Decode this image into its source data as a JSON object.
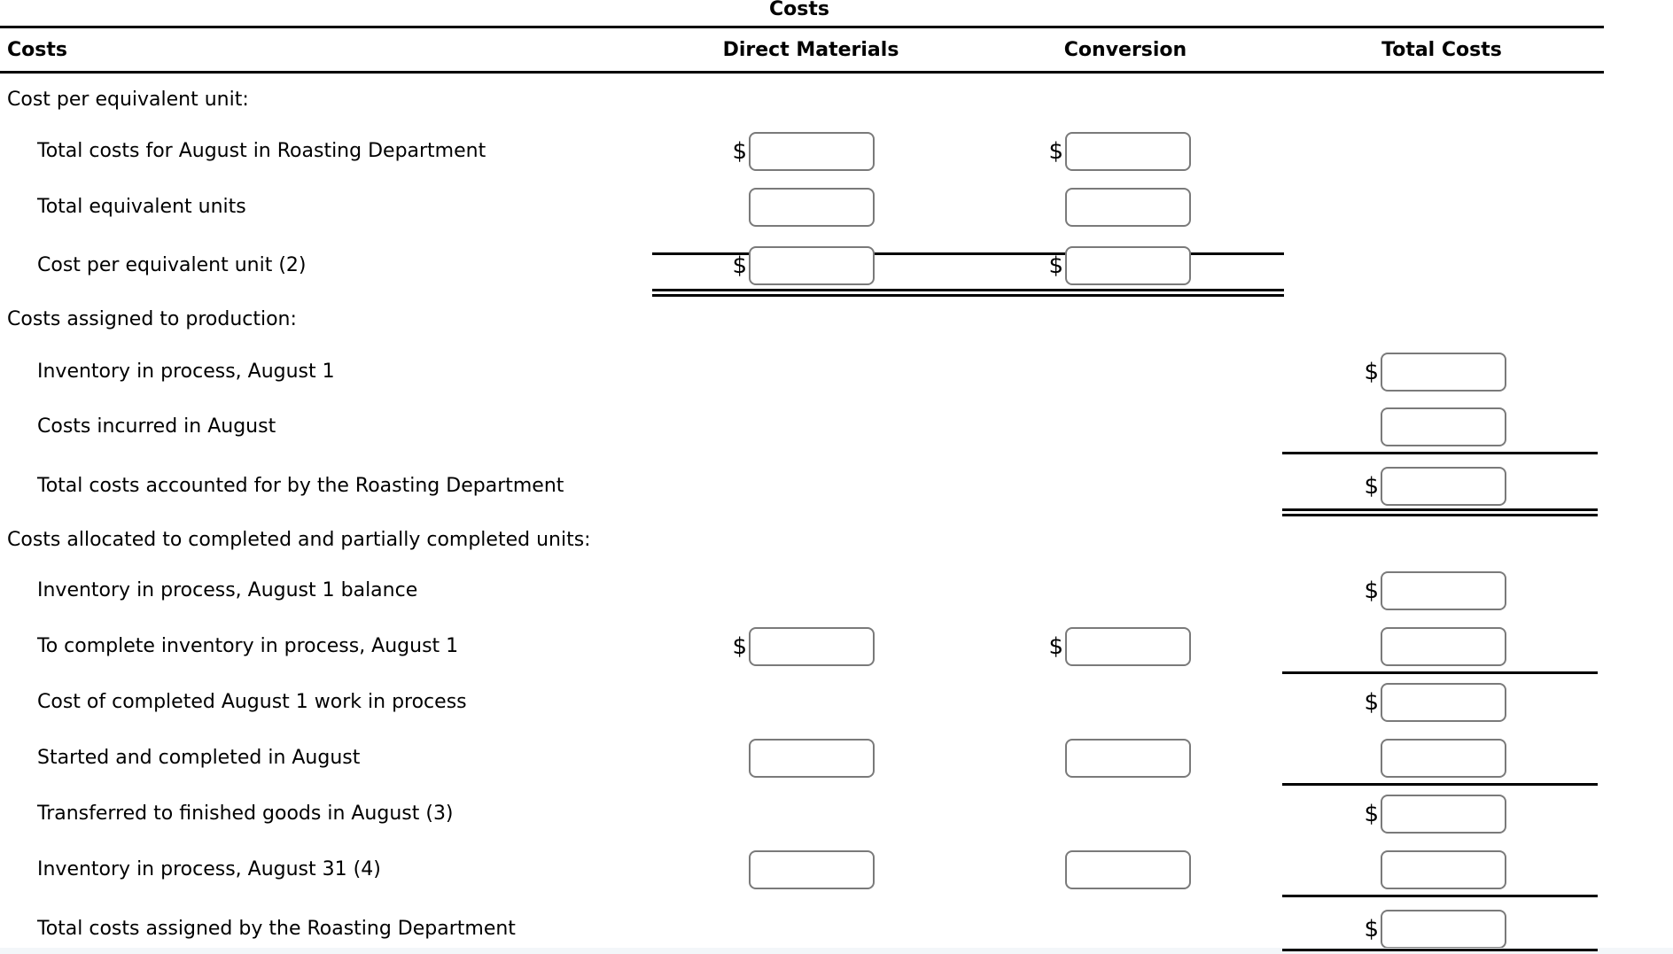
{
  "title": "Costs",
  "currency_symbol": "$",
  "header": {
    "costs": "Costs",
    "direct_materials": "Direct Materials",
    "conversion": "Conversion",
    "total_costs": "Total Costs"
  },
  "rows": [
    {
      "label": "Cost per equivalent unit:"
    },
    {
      "label": "Total costs for August in Roasting Department"
    },
    {
      "label": "Total equivalent units"
    },
    {
      "label": "Cost per equivalent unit (2)"
    },
    {
      "label": "Costs assigned to production:"
    },
    {
      "label": "Inventory in process, August 1"
    },
    {
      "label": "Costs incurred in August"
    },
    {
      "label": "Total costs accounted for by the Roasting Department"
    },
    {
      "label": "Costs allocated to completed and partially completed units:"
    },
    {
      "label": "Inventory in process, August 1 balance"
    },
    {
      "label": "To complete inventory in process, August 1"
    },
    {
      "label": "Cost of completed August 1 work in process"
    },
    {
      "label": "Started and completed in August"
    },
    {
      "label": "Transferred to finished goods in August (3)"
    },
    {
      "label": "Inventory in process, August 31 (4)"
    },
    {
      "label": "Total costs assigned by the Roasting Department"
    }
  ],
  "inputs": {
    "value": "",
    "count": 22
  },
  "colors": {
    "rule": "#000000",
    "box_border": "#7a7a7a",
    "bottom_strip": "#f3f6f9"
  }
}
